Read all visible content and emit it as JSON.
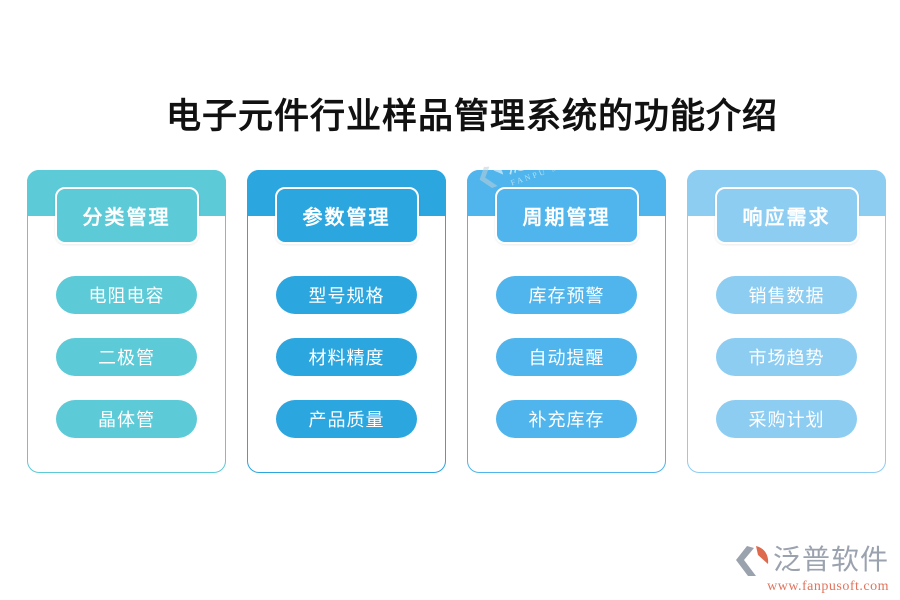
{
  "title": {
    "text": "电子元件行业样品管理系统的功能介绍",
    "color": "#111111"
  },
  "columns": [
    {
      "header": "分类管理",
      "accent": "#5dcad7",
      "items": [
        "电阻电容",
        "二极管",
        "晶体管"
      ]
    },
    {
      "header": "参数管理",
      "accent": "#2ca6df",
      "items": [
        "型号规格",
        "材料精度",
        "产品质量"
      ]
    },
    {
      "header": "周期管理",
      "accent": "#4fb5ec",
      "items": [
        "库存预警",
        "自动提醒",
        "补充库存"
      ]
    },
    {
      "header": "响应需求",
      "accent": "#8ecdf2",
      "items": [
        "销售数据",
        "市场趋势",
        "采购计划"
      ]
    }
  ],
  "card_watermark": {
    "brand": "泛普软件",
    "subtext": "FANPU SOFT"
  },
  "footer": {
    "brand": "泛普软件",
    "url": "www.fanpusoft.com",
    "brand_color": "#9aa2ae",
    "url_color": "#e2735c",
    "icon_gray": "#9aa2ae",
    "icon_orange": "#dd6a4d"
  }
}
